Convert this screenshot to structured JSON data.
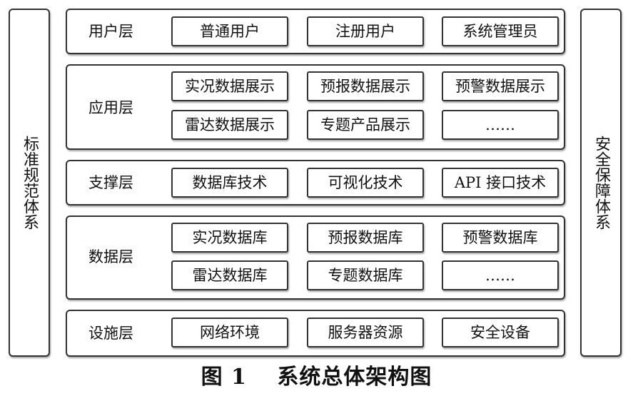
{
  "left_panel": {
    "label": "标准规范体系"
  },
  "right_panel": {
    "label": "安全保障体系"
  },
  "layers": {
    "user": {
      "label": "用户层",
      "items": [
        "普通用户",
        "注册用户",
        "系统管理员"
      ]
    },
    "application": {
      "label": "应用层",
      "items": [
        "实况数据展示",
        "预报数据展示",
        "预警数据展示",
        "雷达数据展示",
        "专题产品展示",
        "……"
      ]
    },
    "support": {
      "label": "支撑层",
      "items": [
        "数据库技术",
        "可视化技术",
        "API 接口技术"
      ]
    },
    "data": {
      "label": "数据层",
      "items": [
        "实况数据库",
        "预报数据库",
        "预警数据库",
        "雷达数据库",
        "专题数据库",
        "……"
      ]
    },
    "infrastructure": {
      "label": "设施层",
      "items": [
        "网络环境",
        "服务器资源",
        "安全设备"
      ]
    }
  },
  "caption": "图 1　 系统总体架构图"
}
